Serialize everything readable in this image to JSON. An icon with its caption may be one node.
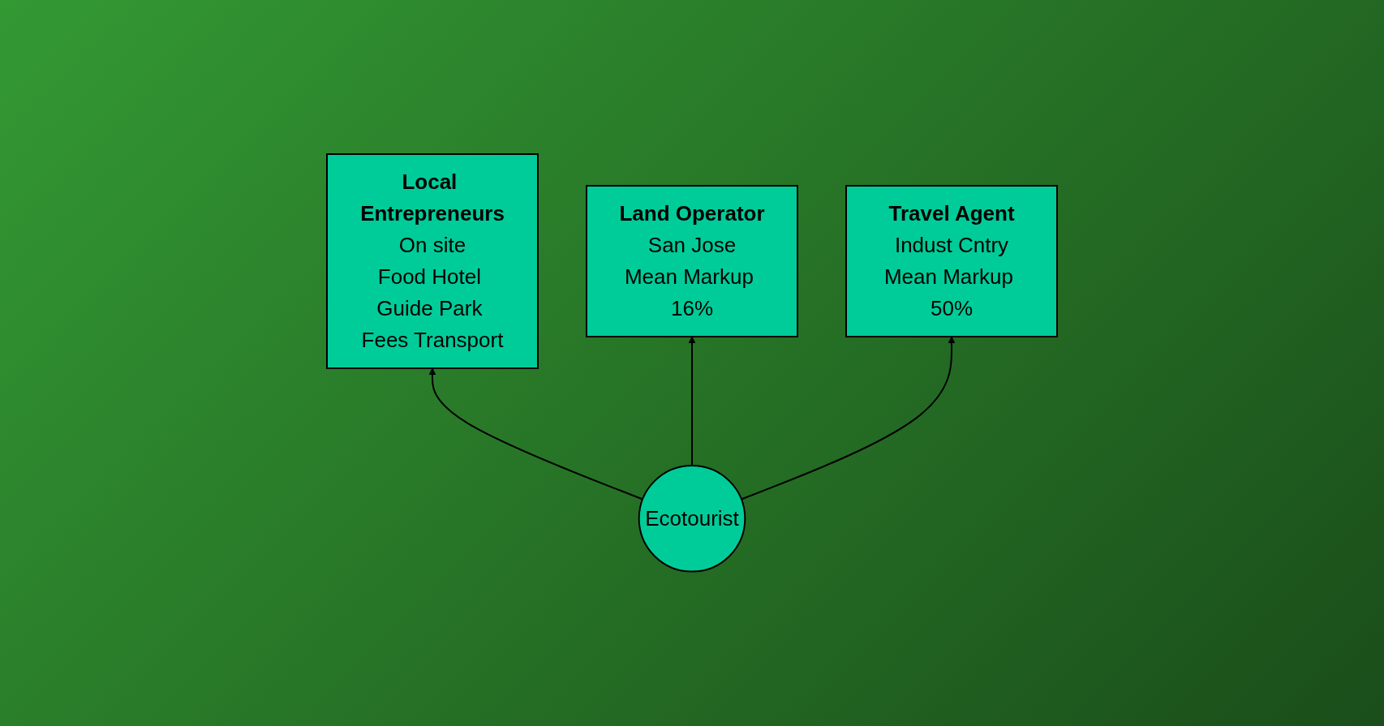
{
  "diagram": {
    "nodes": [
      {
        "text": [
          "Local Entrepreneurs",
          "On site",
          "Food Hotel Guide Park Fees Transport"
        ]
      },
      {
        "text": [
          "Land Operator",
          "San Jose",
          "Mean Markup 16%"
        ]
      },
      {
        "text": [
          "Travel Agent",
          "Indust Cntry",
          "Mean Markup 50%"
        ]
      },
      {
        "text": [
          "Ecotourist"
        ]
      }
    ],
    "edges": [
      {
        "from": 3,
        "to": 0,
        "arrow": "to"
      },
      {
        "from": 3,
        "to": 1,
        "arrow": "to"
      },
      {
        "from": 3,
        "to": 2,
        "arrow": "to"
      }
    ]
  }
}
